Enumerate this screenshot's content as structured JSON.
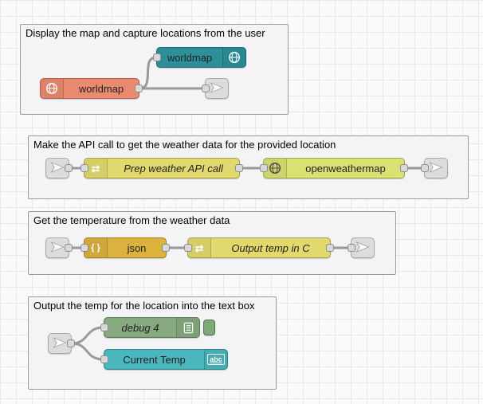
{
  "groups": [
    {
      "title": "Display the map and capture locations from the user"
    },
    {
      "title": "Make the API call to get the weather data for the provided location"
    },
    {
      "title": "Get the temperature from the weather data"
    },
    {
      "title": "Output the temp for the location into the text box"
    }
  ],
  "nodes": {
    "worldmap_display": {
      "label": "worldmap"
    },
    "worldmap_in": {
      "label": "worldmap"
    },
    "prep_change": {
      "label": "Prep weather API call"
    },
    "openweathermap": {
      "label": "openweathermap"
    },
    "json_parser": {
      "label": "json"
    },
    "output_change": {
      "label": "Output temp in C"
    },
    "debug": {
      "label": "debug 4"
    },
    "ui_text": {
      "label": "Current Temp"
    }
  },
  "glyphs": {
    "swap": "⇄",
    "json": "{ }",
    "abc": "abc"
  },
  "colors": {
    "worldmap_display": "#2d8f99",
    "worldmap_in": "#ea8a6f",
    "link_node": "#dcdcdc",
    "change_node": "#e2d96e",
    "openweathermap": "#d9e172",
    "json_node": "#dcb23f",
    "debug_node": "#87a980",
    "ui_text_node": "#4ab6bd",
    "wire": "#999999",
    "group_fill": "#f4f4f6"
  }
}
